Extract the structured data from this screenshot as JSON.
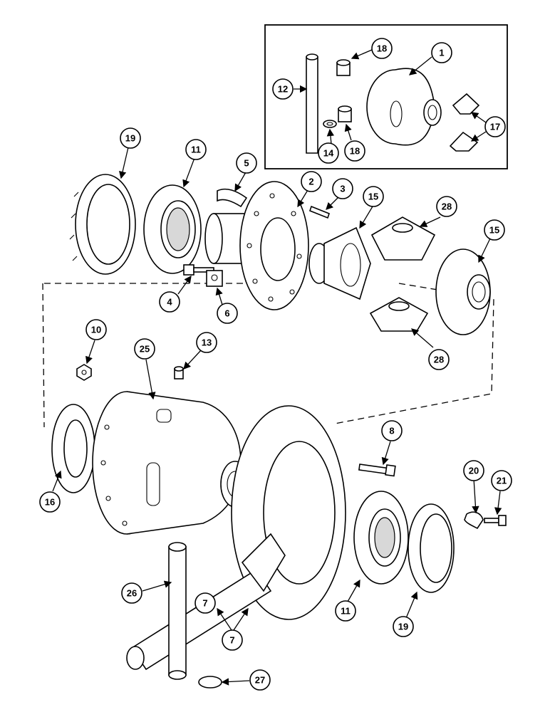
{
  "callouts": {
    "c1": "1",
    "c2": "2",
    "c3": "3",
    "c4": "4",
    "c5": "5",
    "c6": "6",
    "c7a": "7",
    "c7b": "7",
    "c8": "8",
    "c10": "10",
    "c11a": "11",
    "c11b": "11",
    "c12": "12",
    "c13": "13",
    "c14": "14",
    "c15a": "15",
    "c15b": "15",
    "c16": "16",
    "c17": "17",
    "c18a": "18",
    "c18b": "18",
    "c19a": "19",
    "c19b": "19",
    "c20": "20",
    "c21": "21",
    "c25": "25",
    "c26": "26",
    "c27": "27",
    "c28a": "28",
    "c28b": "28"
  }
}
